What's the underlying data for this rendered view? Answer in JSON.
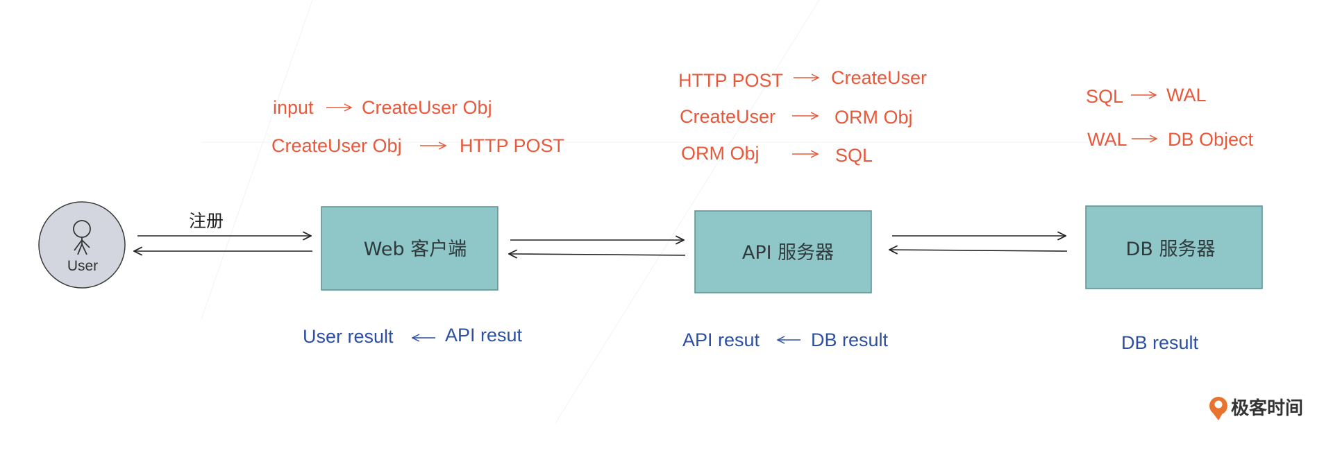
{
  "actor": {
    "label": "User"
  },
  "edges": {
    "register_label": "注册"
  },
  "nodes": {
    "web": "Web 客户端",
    "api": "API 服务器",
    "db": "DB 服务器"
  },
  "requests": {
    "web": [
      {
        "from": "input",
        "to": "CreateUser Obj"
      },
      {
        "from": "CreateUser Obj",
        "to": "HTTP POST"
      }
    ],
    "api": [
      {
        "from": "HTTP POST",
        "to": "CreateUser"
      },
      {
        "from": "CreateUser",
        "to": "ORM Obj"
      },
      {
        "from": "ORM Obj",
        "to": "SQL"
      }
    ],
    "db": [
      {
        "from": "SQL",
        "to": "WAL"
      },
      {
        "from": "WAL",
        "to": "DB Object"
      }
    ]
  },
  "responses": {
    "web": {
      "to": "User result",
      "from": "API resut"
    },
    "api": {
      "to": "API resut",
      "from": "DB result"
    },
    "db": {
      "text": "DB result"
    }
  },
  "brand": {
    "name": "极客时间"
  },
  "colors": {
    "box_fill": "#8fc6c8",
    "box_stroke": "#5e8f92",
    "request_text": "#e8583a",
    "response_text": "#2c4fa3",
    "actor_fill": "#d3d6de",
    "brand_orange": "#e8732e"
  }
}
